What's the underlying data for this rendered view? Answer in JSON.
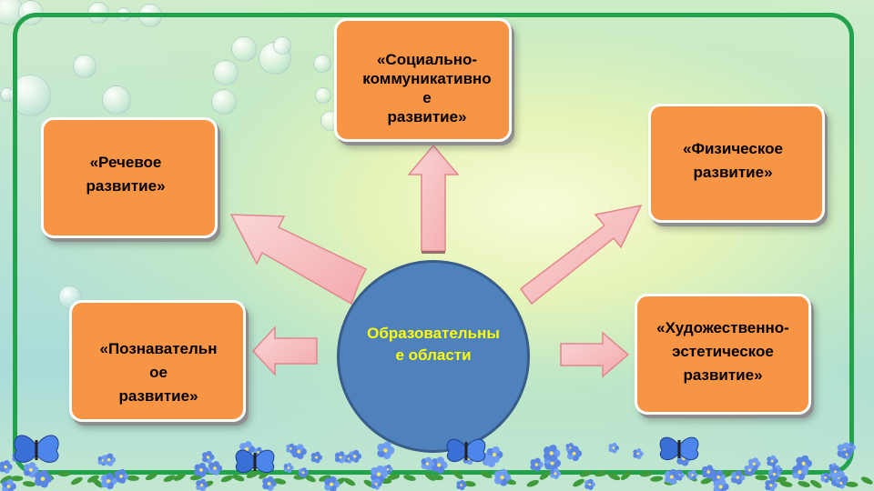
{
  "diagram": {
    "center": {
      "label": "Образовательны\nе области"
    },
    "areas": [
      {
        "id": "social",
        "label": "«Социально-\nкоммуникативно\nе\nразвитие»"
      },
      {
        "id": "speech",
        "label": "«Речевое\nразвитие»"
      },
      {
        "id": "physical",
        "label": "«Физическое\nразвитие»"
      },
      {
        "id": "cognitive",
        "label": "«Познавательн\nое\nразвитие»"
      },
      {
        "id": "artistic",
        "label": "«Художественно-\nэстетическое\nразвитие»"
      }
    ]
  },
  "colors": {
    "box_fill": "#f79545",
    "center_fill": "#4f81bd",
    "center_text": "#ffff00",
    "arrow_fill": "#f7c2c4",
    "frame": "#22a24a"
  }
}
